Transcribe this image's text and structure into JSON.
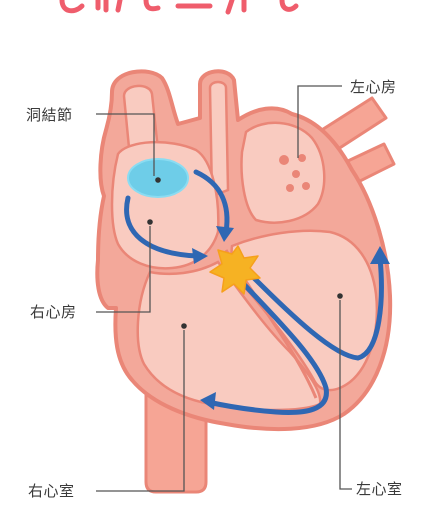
{
  "labels": {
    "sa_node": "洞結節",
    "left_atrium": "左心房",
    "right_atrium": "右心房",
    "right_ventricle": "右心室",
    "left_ventricle": "左心室"
  },
  "colors": {
    "outline": "#ea8677",
    "wall": "#f3a89a",
    "chamber": "#f9cbc0",
    "deep": "#f4a596",
    "node": "#6ecde8",
    "arrow": "#2f67b3",
    "spark": "#f6b223",
    "leader": "#555555",
    "title": "#ef5d6c"
  },
  "icons": {
    "node": "sa-node-blob",
    "spark": "av-node-star-icon",
    "dots": "pointer-dot"
  }
}
